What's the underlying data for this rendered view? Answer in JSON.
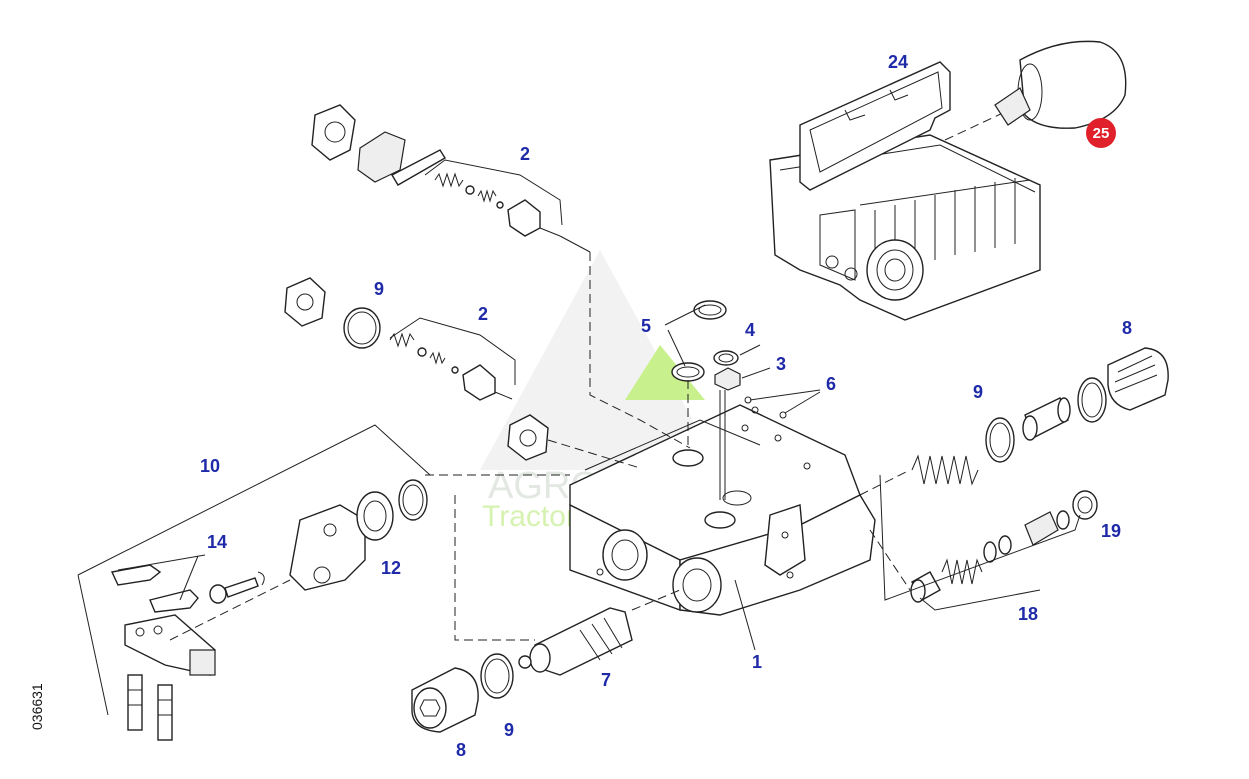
{
  "diagram": {
    "document_id": "036631",
    "watermark": {
      "line1": "AGROMER",
      "line2": "Tractor Parts",
      "logo_color": "#c8f08c"
    },
    "callout_color": "#1f2aa8",
    "highlight_color": "#e0202a",
    "callouts": {
      "c1": "1",
      "c2a": "2",
      "c2b": "2",
      "c3": "3",
      "c4": "4",
      "c5": "5",
      "c6": "6",
      "c7": "7",
      "c8a": "8",
      "c8b": "8",
      "c9a": "9",
      "c9b": "9",
      "c9c": "9",
      "c10": "10",
      "c12": "12",
      "c14": "14",
      "c18": "18",
      "c19": "19",
      "c24": "24",
      "c25": "25"
    }
  }
}
